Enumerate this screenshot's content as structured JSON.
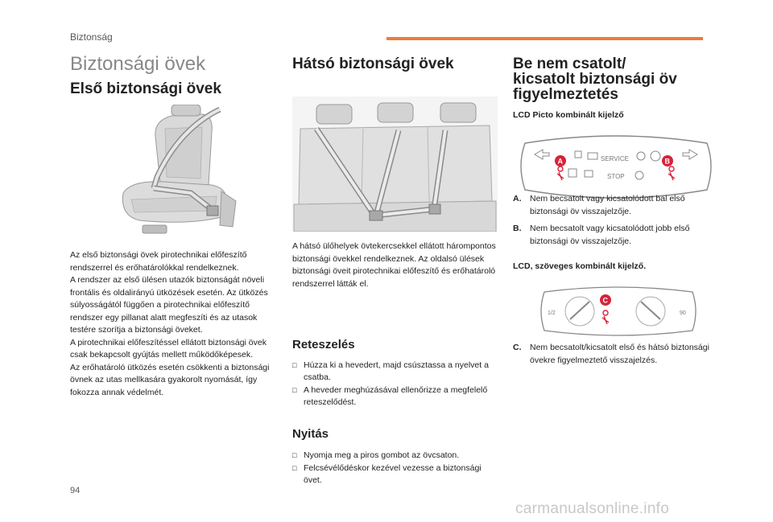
{
  "header": {
    "chapter": "Biztonság"
  },
  "page_title": "Biztonsági övek",
  "front": {
    "heading": "Első biztonsági övek",
    "body": [
      "Az első biztonsági övek pirotechnikai előfeszítő rendszerrel és erőhatárolókkal rendelkeznek.",
      "A rendszer az első ülésen utazók biztonságát növeli frontális és oldalirányú ütközések esetén. Az ütközés súlyosságától függően a pirotechnikai előfeszítő rendszer egy pillanat alatt megfeszíti és az utasok testére szorítja a biztonsági öveket.",
      "A pirotechnikai előfeszítéssel ellátott biztonsági övek csak bekapcsolt gyújtás mellett működőképesek.",
      "Az erőhatároló ütközés esetén csökkenti a biztonsági övnek az utas mellkasára gyakorolt nyomását, így fokozza annak védelmét."
    ]
  },
  "rear": {
    "heading": "Hátsó biztonsági övek",
    "body": "A hátsó ülőhelyek övtekercsekkel ellátott hárompontos biztonsági övekkel rendelkeznek. Az oldalsó ülések biztonsági öveit pirotechnikai előfeszítő és erőhatároló rendszerrel látták el.",
    "fastening": {
      "heading": "Reteszelés",
      "items": [
        "Húzza ki a hevedert, majd csúsztassa a nyelvet a csatba.",
        "A heveder meghúzásával ellenőrizze a megfelelő reteszelődést."
      ]
    },
    "opening": {
      "heading": "Nyitás",
      "items": [
        "Nyomja meg a piros gombot az övcsaton.",
        "Felcsévélődéskor kezével vezesse a biztonsági övet."
      ]
    }
  },
  "warning": {
    "heading_lines": [
      "Be nem csatolt/",
      "kicsatolt biztonsági öv",
      "figyelmeztetés"
    ],
    "lcd_picto": {
      "subheading": "LCD Picto kombinált kijelző",
      "service_label": "SERVICE",
      "stop_label": "STOP",
      "callouts": [
        "A",
        "B"
      ],
      "legend": [
        {
          "key": "A.",
          "text": "Nem becsatolt vagy kicsatolódott bal első biztonsági öv visszajelzője."
        },
        {
          "key": "B.",
          "text": "Nem becsatolt vagy kicsatolódott jobb első biztonsági öv visszajelzője."
        }
      ]
    },
    "lcd_text": {
      "subheading": "LCD, szöveges kombinált kijelző.",
      "gauge_left_label": "1/2",
      "gauge_right_label": "90",
      "callout": "C",
      "legend": [
        {
          "key": "C.",
          "text": "Nem becsatolt/kicsatolt első és hátsó biztonsági övekre figyelmeztető visszajelzés."
        }
      ]
    }
  },
  "footer": {
    "page_number": "94",
    "watermark": "carmanualsonline.info"
  },
  "colors": {
    "accent": "#f07a3a",
    "callout": "#d7223a"
  }
}
